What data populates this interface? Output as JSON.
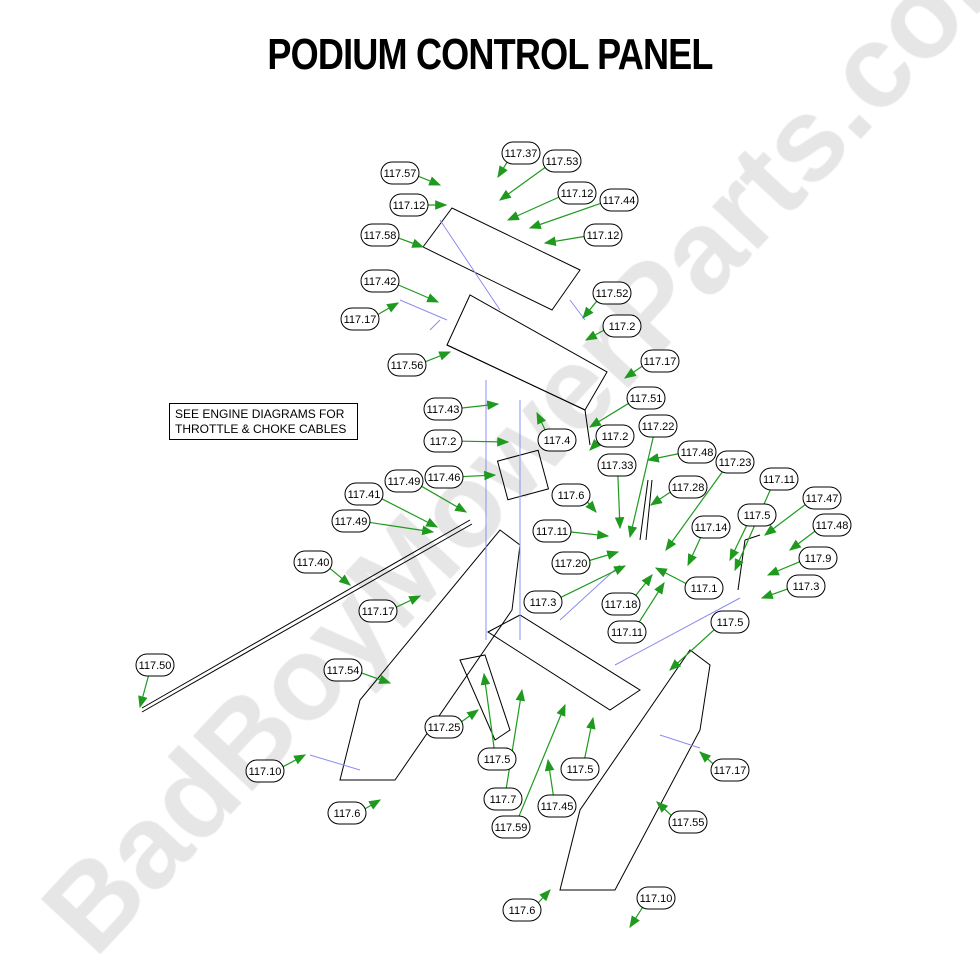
{
  "title": "PODIUM CONTROL PANEL",
  "watermark": "BadBoyMowerParts.com",
  "note": {
    "line1": "SEE ENGINE DIAGRAMS FOR",
    "line2": "THROTTLE & CHOKE CABLES"
  },
  "colors": {
    "leader": "#1f9a1f",
    "hidden_line": "#8c8cf0",
    "watermark": "#e6e6e6"
  },
  "callouts": [
    "117.57",
    "117.37",
    "117.53",
    "117.12",
    "117.44",
    "117.12",
    "117.58",
    "117.12",
    "117.42",
    "117.17",
    "117.52",
    "117.2",
    "117.56",
    "117.17",
    "117.43",
    "117.51",
    "117.2",
    "117.4",
    "117.2",
    "117.22",
    "117.48",
    "117.46",
    "117.33",
    "117.28",
    "117.23",
    "117.11",
    "117.47",
    "117.6",
    "117.49",
    "117.41",
    "117.49",
    "117.14",
    "117.5",
    "117.48",
    "117.11",
    "117.20",
    "117.9",
    "117.1",
    "117.3",
    "117.40",
    "117.3",
    "117.18",
    "117.17",
    "117.11",
    "117.5",
    "117.50",
    "117.54",
    "117.25",
    "117.5",
    "117.10",
    "117.17",
    "117.5",
    "117.7",
    "117.45",
    "117.6",
    "117.59",
    "117.55",
    "117.6",
    "117.10"
  ]
}
